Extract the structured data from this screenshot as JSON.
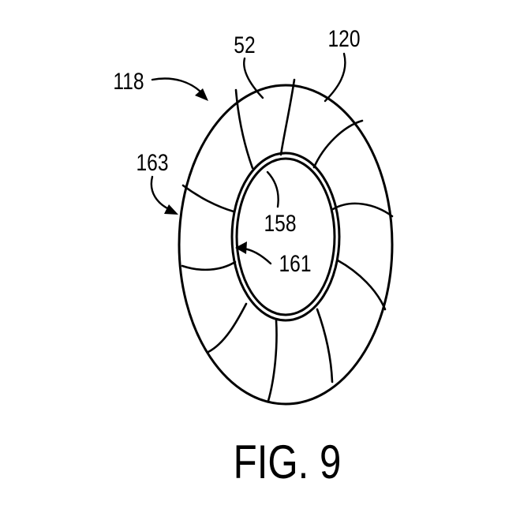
{
  "figure": {
    "caption": "FIG. 9",
    "labels": {
      "ref_52": "52",
      "ref_120": "120",
      "ref_118": "118",
      "ref_163": "163",
      "ref_158": "158",
      "ref_161": "161"
    }
  },
  "colors": {
    "ink": "#000000",
    "background": "#ffffff"
  }
}
